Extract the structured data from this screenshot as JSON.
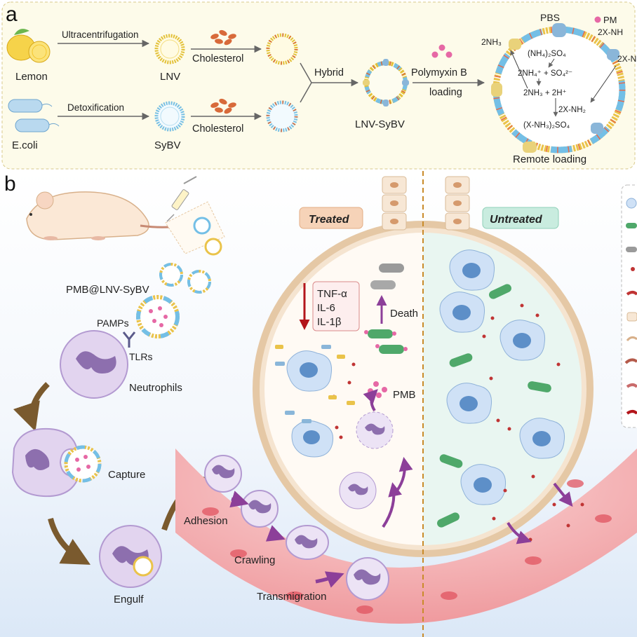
{
  "panel_a": {
    "letter": "a",
    "steps": {
      "ultracentrifugation": "Ultracentrifugation",
      "detoxification": "Detoxification",
      "cholesterol_top": "Cholesterol",
      "cholesterol_bottom": "Cholesterol",
      "hybrid": "Hybrid",
      "drug_loading_line1": "Polymyxin B",
      "drug_loading_line2": "loading"
    },
    "sources": {
      "lemon": "Lemon",
      "ecoli": "E.coli"
    },
    "vesicles": {
      "lnv": "LNV",
      "sybv": "SyBV",
      "hybrid": "LNV-SyBV"
    },
    "remote_loading": {
      "title": "Remote loading",
      "pbs": "PBS",
      "legend_pmb": "PM",
      "legend_group": "2X-NH",
      "edge_group": "2X-N",
      "outside_nh3": "2NH₃",
      "salt": "(NH₄)₂SO₄",
      "ionized": "2NH₄⁺ + SO₄²⁻",
      "neutral": "2NH₃ + 2H⁺",
      "amine": "2X-NH₂",
      "product": "(X-NH₃)₂SO₄"
    }
  },
  "panel_b": {
    "letter": "b",
    "formulation": "PMB@LNV-SyBV",
    "pamps": "PAMPs",
    "tlrs": "TLRs",
    "neutrophils": "Neutrophils",
    "capture": "Capture",
    "engulf": "Engulf",
    "adhesion": "Adhesion",
    "crawling": "Crawling",
    "transmigration": "Transmigration",
    "treated": "Treated",
    "untreated": "Untreated",
    "cytokines": [
      "TNF-α",
      "IL-6",
      "IL-1β"
    ],
    "death": "Death",
    "pmb": "PMB"
  },
  "colors": {
    "panel_a_bg": "#fdfbea",
    "panel_a_border": "#d8c98a",
    "treated_tag": "#f6d3b8",
    "untreated_tag": "#c9ecdf",
    "neutrophil": "#d9c8ea",
    "macrophage": "#c6dcf4",
    "bacteria": "#4fa86a",
    "vessel": "#f1a3a6",
    "pmb_dot": "#e668a5",
    "arrow_brown": "#7a5a2e",
    "arrow_purple": "#8c3f99"
  }
}
